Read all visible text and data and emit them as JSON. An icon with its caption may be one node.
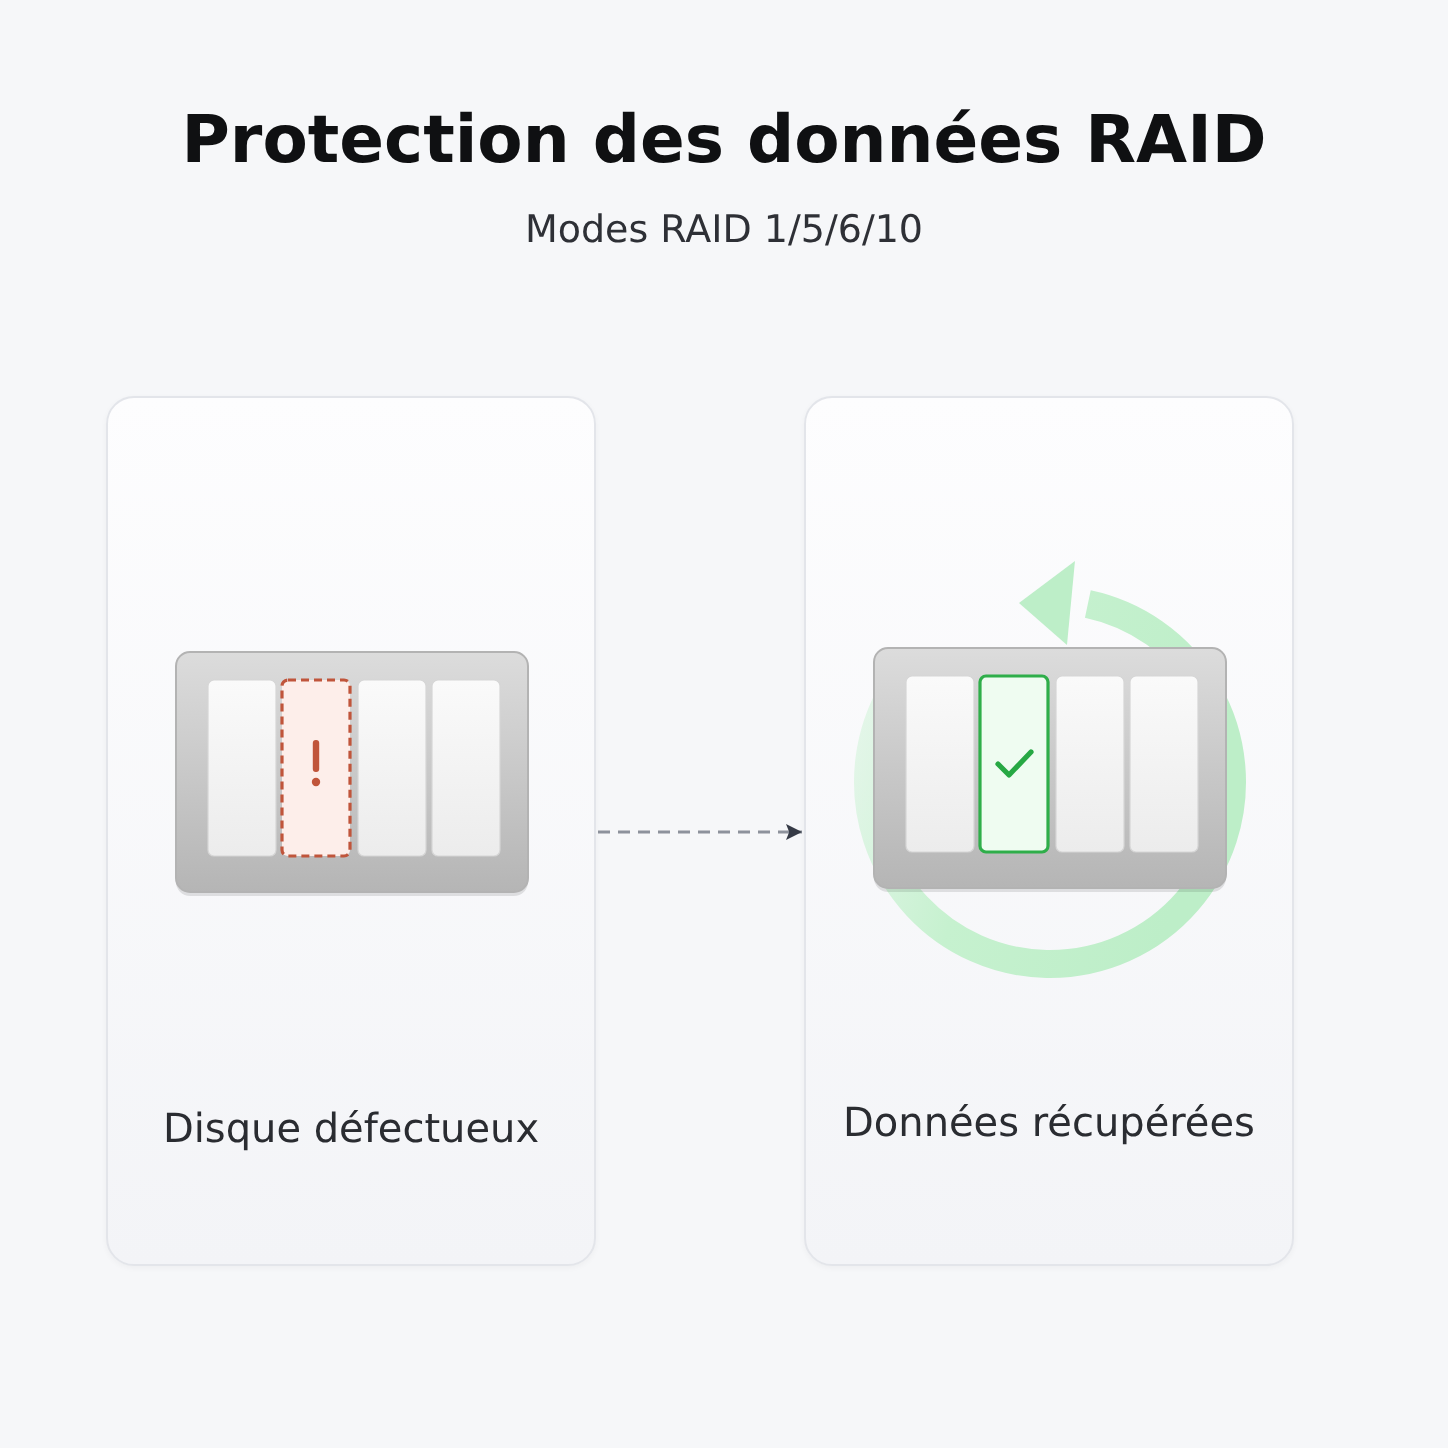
{
  "diagram": {
    "title": "Protection des données RAID",
    "nodes": [
      {
        "text": [
          "Disque défectueux"
        ]
      },
      {
        "text": [
          "Données récupérées"
        ]
      }
    ],
    "edges": [
      {
        "from": 0,
        "to": 1,
        "arrow": "to",
        "style": "dashed"
      }
    ],
    "labels": [
      "Modes RAID 1/5/6/10"
    ]
  }
}
